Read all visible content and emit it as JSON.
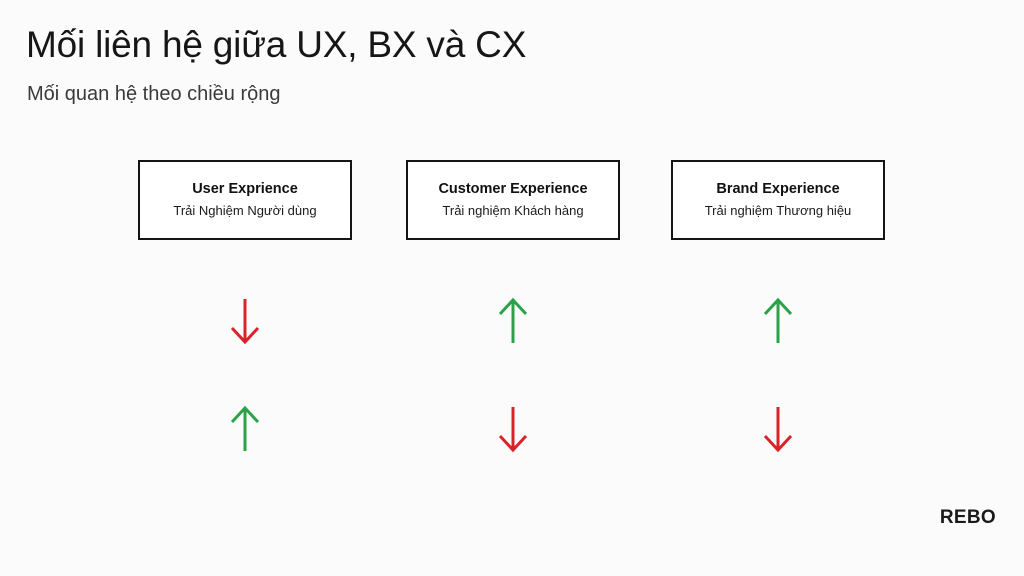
{
  "slide": {
    "title": "Mối liên hệ giữa UX, BX và CX",
    "subtitle": "Mối quan hệ theo chiều rộng",
    "brand": "REBO",
    "background_color": "#fbfbfb"
  },
  "colors": {
    "arrow_up_green": "#2ca14a",
    "arrow_down_red": "#d8232a",
    "box_border": "#141414",
    "text_primary": "#161616"
  },
  "boxes": [
    {
      "title": "User Exprience",
      "subtitle": "Trải Nghiệm Người dùng"
    },
    {
      "title": "Customer Experience",
      "subtitle": "Trải nghiệm Khách hàng"
    },
    {
      "title": "Brand Experience",
      "subtitle": "Trải nghiệm Thương hiệu"
    }
  ],
  "arrow_rows": [
    {
      "row": 1,
      "arrows": [
        {
          "direction": "down",
          "color": "#d8232a",
          "icon": "arrow-down-icon"
        },
        {
          "direction": "up",
          "color": "#2ca14a",
          "icon": "arrow-up-icon"
        },
        {
          "direction": "up",
          "color": "#2ca14a",
          "icon": "arrow-up-icon"
        }
      ]
    },
    {
      "row": 2,
      "arrows": [
        {
          "direction": "up",
          "color": "#2ca14a",
          "icon": "arrow-up-icon"
        },
        {
          "direction": "down",
          "color": "#d8232a",
          "icon": "arrow-down-icon"
        },
        {
          "direction": "down",
          "color": "#d8232a",
          "icon": "arrow-down-icon"
        }
      ]
    }
  ]
}
